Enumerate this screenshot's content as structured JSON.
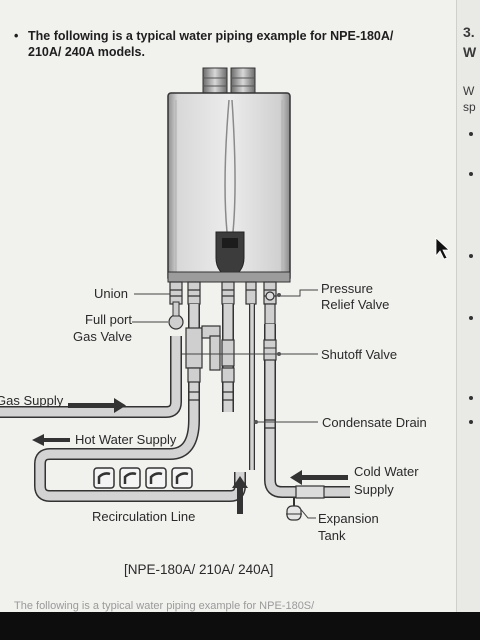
{
  "intro": {
    "bullet": "•",
    "text": "The following is a typical water piping example for NPE-180A/ 210A/ 240A models."
  },
  "labels": {
    "union": "Union",
    "full_port_gas_valve_line1": "Full port",
    "full_port_gas_valve_line2": "Gas Valve",
    "pressure_relief_line1": "Pressure",
    "pressure_relief_line2": "Relief Valve",
    "shutoff_valve": "Shutoff Valve",
    "gas_supply": "Gas Supply",
    "condensate_drain": "Condensate Drain",
    "hot_water_supply": "Hot Water Supply",
    "cold_water_line1": "Cold Water",
    "cold_water_line2": "Supply",
    "recirculation_line": "Recirculation Line",
    "expansion_tank_line1": "Expansion",
    "expansion_tank_line2": "Tank"
  },
  "caption": "[NPE-180A/ 210A/ 240A]",
  "cut_off_text": "The following is a typical water piping example for NPE-180S/",
  "right_strip": {
    "heading_number": "3.",
    "heading_letter": "W",
    "text_a": "W",
    "text_b": "sp"
  },
  "colors": {
    "page": "#f1f1ee",
    "pipe": "#d3d3d3",
    "outline": "#333333",
    "heater_dark": "#4a4a4a"
  }
}
